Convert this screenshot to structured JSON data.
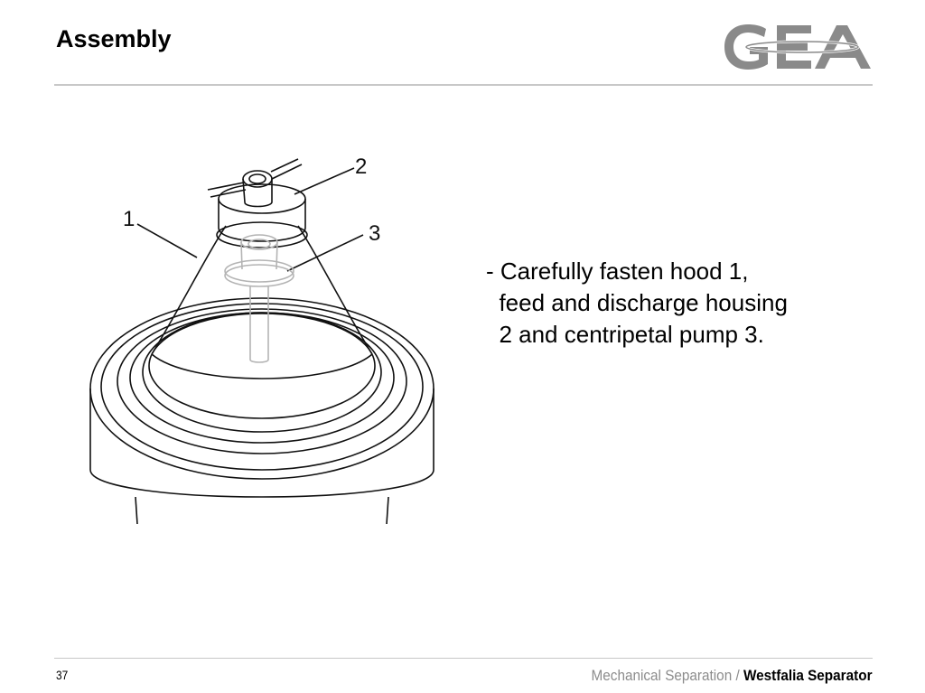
{
  "slide": {
    "title": "Assembly",
    "page_number": "37"
  },
  "logo": {
    "text": "GEA",
    "color": "#8a8a8a"
  },
  "figure": {
    "callouts": [
      {
        "label": "1",
        "part": "hood"
      },
      {
        "label": "2",
        "part": "feed and discharge housing"
      },
      {
        "label": "3",
        "part": "centripetal pump"
      }
    ]
  },
  "content": {
    "lines": [
      "- Carefully fasten hood 1,",
      "  feed and discharge housing",
      "  2 and centripetal pump 3."
    ]
  },
  "footer": {
    "section": "Mechanical Separation / ",
    "product": "Westfalia Separator",
    "muted_color": "#8c8c8c"
  }
}
